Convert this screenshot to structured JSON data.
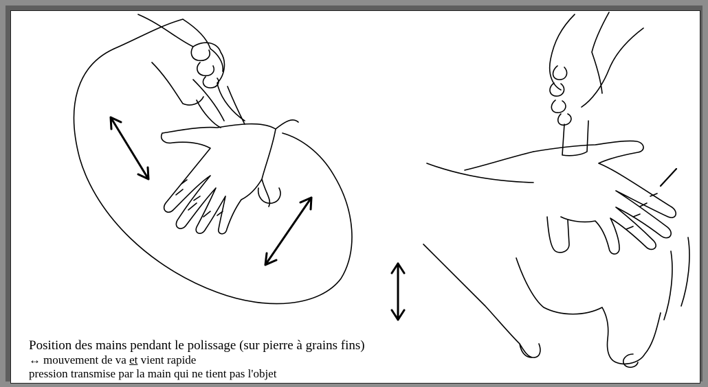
{
  "caption": {
    "line1": "Position des mains pendant le polissage (sur pierre à grains fins)",
    "line2_arrow": "↔",
    "line2_pre": "mouvement de va ",
    "line2_et": "et",
    "line2_post": " vient rapide",
    "line3": "pression transmise par la main qui ne tient pas l'objet"
  },
  "colors": {
    "background": "#8d8d8d",
    "frame": "#5e5e5e",
    "panel": "#ffffff",
    "ink": "#000000"
  },
  "drawings": [
    "left-stone-hands",
    "right-hands-legs"
  ],
  "icons": [
    "double-arrow-icon"
  ]
}
